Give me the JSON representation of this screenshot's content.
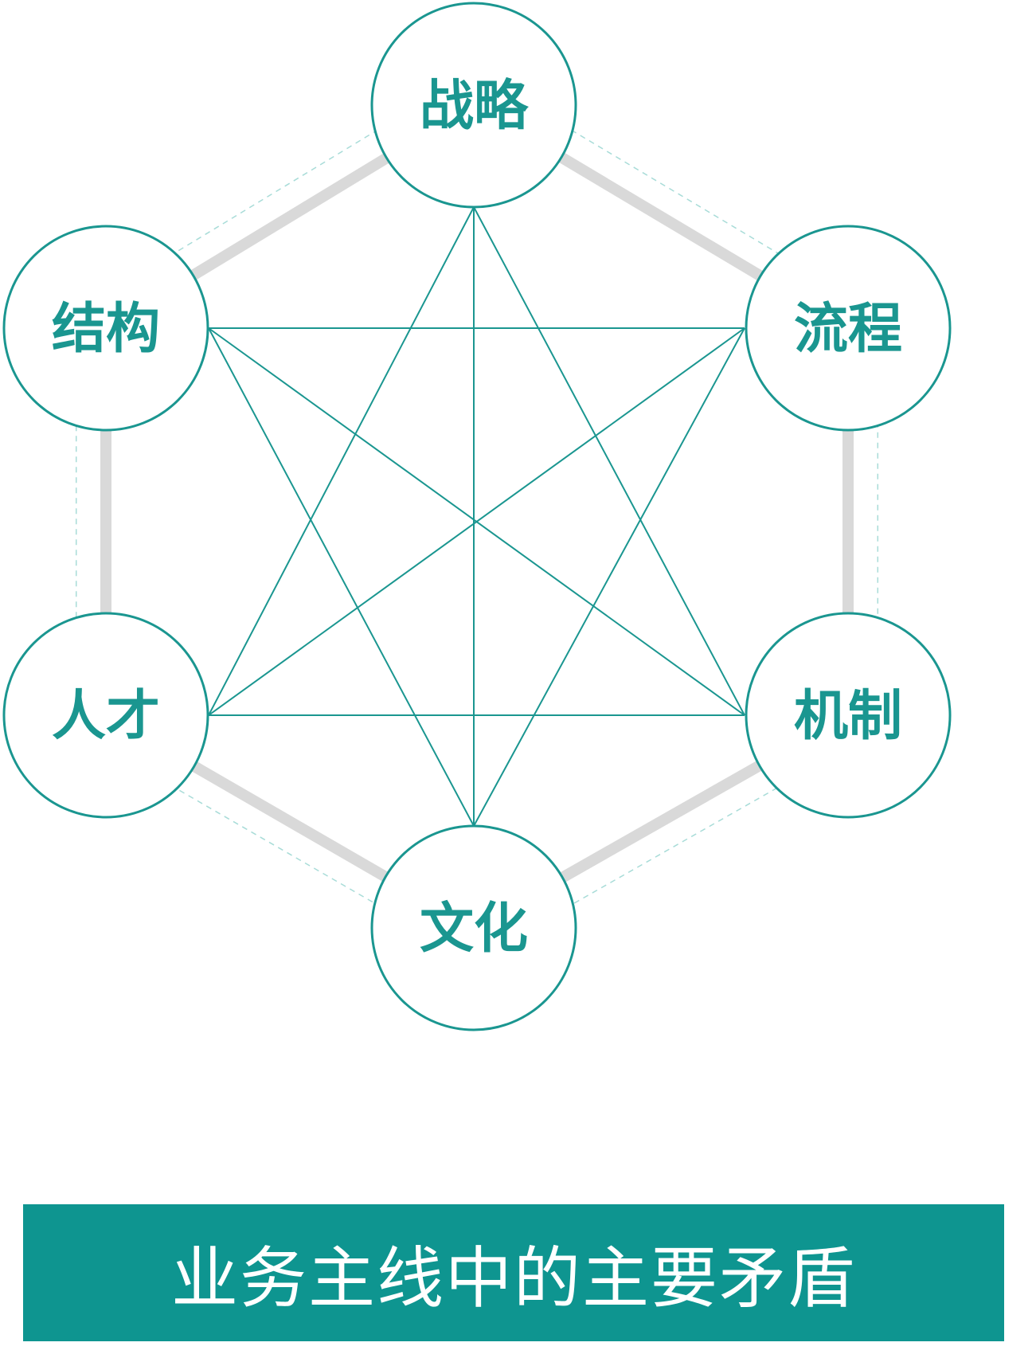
{
  "colors": {
    "teal": "#1a9690",
    "gray_ring": "#d9d9d9",
    "dashed_ring": "#a8dcd8",
    "banner_bg": "#0e9590",
    "node_fill": "#ffffff"
  },
  "nodes": [
    {
      "id": "strategy",
      "label": "战略"
    },
    {
      "id": "process",
      "label": "流程"
    },
    {
      "id": "mechanism",
      "label": "机制"
    },
    {
      "id": "culture",
      "label": "文化"
    },
    {
      "id": "talent",
      "label": "人才"
    },
    {
      "id": "structure",
      "label": "结构"
    }
  ],
  "banner": {
    "text": "业务主线中的主要矛盾"
  }
}
